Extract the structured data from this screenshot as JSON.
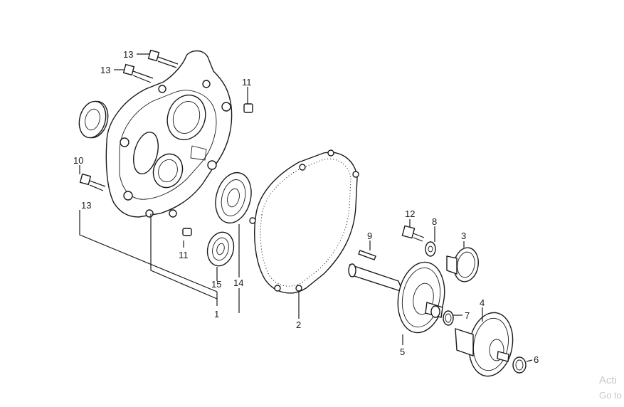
{
  "callouts": {
    "c13a": "13",
    "c13b": "13",
    "c13c": "13",
    "c10": "10",
    "c11a": "11",
    "c11b": "11",
    "c15": "15",
    "c14": "14",
    "c1": "1",
    "c2": "2",
    "c9": "9",
    "c12": "12",
    "c8": "8",
    "c3": "3",
    "c5": "5",
    "c7": "7",
    "c4": "4",
    "c6": "6"
  },
  "watermark": {
    "line1": "Acti",
    "line2": "Go to"
  },
  "colors": {
    "ink": "#1a1a1a",
    "paper": "#ffffff",
    "watermark": "#c8c8c8"
  }
}
